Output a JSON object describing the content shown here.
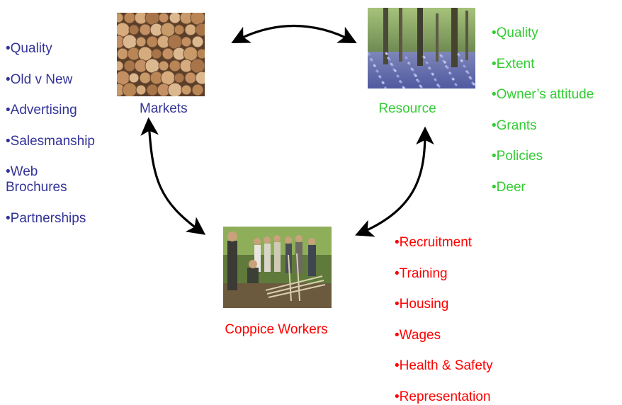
{
  "nodes": {
    "markets": {
      "caption": "Markets",
      "items": [
        "•Quality",
        "•Old v New",
        "•Advertising",
        "•Salesmanship",
        "•Web",
        "Brochures",
        "•Partnerships"
      ]
    },
    "resource": {
      "caption": "Resource",
      "items": [
        "•Quality",
        "•Extent",
        "•Owner’s attitude",
        "•Grants",
        "•Policies",
        "•Deer"
      ]
    },
    "workers": {
      "caption": "Coppice Workers",
      "items": [
        "•Recruitment",
        "•Training",
        "•Housing",
        "•Wages",
        "•Health & Safety",
        "•Representation"
      ]
    }
  },
  "colors": {
    "markets": "#333399",
    "resource": "#33cc33",
    "workers": "#ff0000",
    "arrows": "#000000"
  },
  "photos": {
    "markets": "stacked-logs-photo",
    "resource": "bluebell-woodland-photo",
    "workers": "coppice-workers-group-photo"
  }
}
